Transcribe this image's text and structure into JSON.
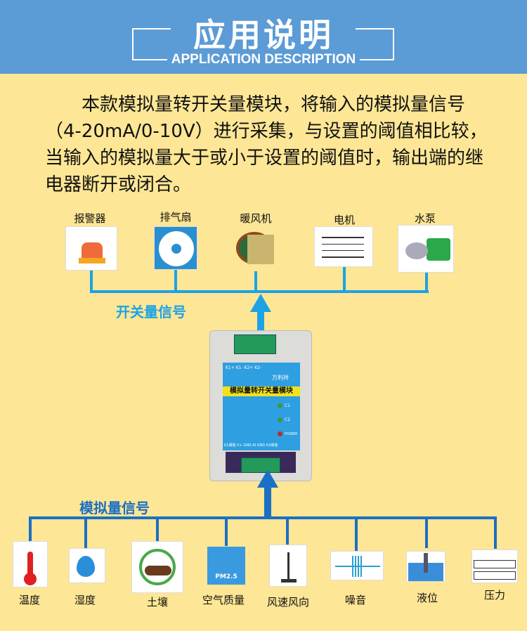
{
  "header": {
    "title": "应用说明",
    "subtitle": "APPLICATION DESCRIPTION"
  },
  "description": "本款模拟量转开关量模块，将输入的模拟量信号（4-20mA/0-10V）进行采集，与设置的阈值相比较，当输入的模拟量大于或小于设置的阈值时，输出端的继电器断开或闭合。",
  "outputs": {
    "label": "开关量信号",
    "items": [
      "报警器",
      "排气扇",
      "暖风机",
      "电机",
      "水泵"
    ]
  },
  "inputs": {
    "label": "模拟量信号",
    "items": [
      "温度",
      "湿度",
      "土壤",
      "空气质量",
      "风速风向",
      "噪音",
      "液位",
      "压力"
    ]
  },
  "module": {
    "name": "模拟量转开关量模块",
    "brand": "万利祥",
    "top_terminals": "K1+ K1- K2+ K2-",
    "leds": [
      "C1",
      "C2",
      "POWER"
    ],
    "bottom_terminals": "K1阈值 V+ GND AI GND K2阈值",
    "pm_label": "PM2.5"
  },
  "colors": {
    "header": "#5b9bd6",
    "background": "#fde695",
    "output_line": "#1ea2e6",
    "input_line": "#1b6fc4"
  }
}
